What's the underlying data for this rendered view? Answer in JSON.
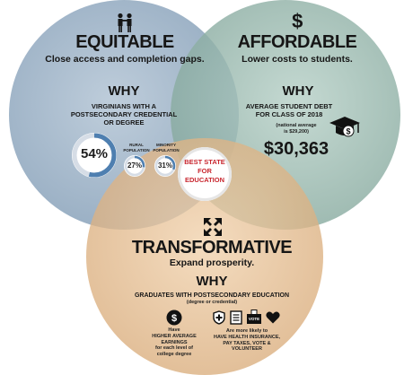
{
  "equitable": {
    "title": "EQUITABLE",
    "subtitle": "Close access and completion gaps.",
    "why": "WHY",
    "desc_lines": [
      "VIRGINIANS WITH A",
      "POSTSECONDARY CREDENTIAL",
      "OR DEGREE"
    ],
    "main_pct": "54%",
    "main_value": 54,
    "rural_label": [
      "RURAL",
      "POPULATION"
    ],
    "rural_pct": "27%",
    "rural_value": 27,
    "minority_label": [
      "MINORITY",
      "POPULATION"
    ],
    "minority_pct": "31%",
    "minority_value": 31,
    "icon": "people-icon"
  },
  "affordable": {
    "title": "AFFORDABLE",
    "subtitle": "Lower costs to students.",
    "why": "WHY",
    "desc_lines": [
      "AVERAGE STUDENT DEBT",
      "FOR CLASS OF 2018"
    ],
    "note_lines": [
      "(national average",
      "is $29,200)"
    ],
    "amount": "$30,363",
    "icon": "dollar-icon",
    "cap_icon": "graduation-cap-icon"
  },
  "transformative": {
    "title": "TRANSFORMATIVE",
    "subtitle": "Expand prosperity.",
    "why": "WHY",
    "desc": "GRADUATES WITH POSTSECONDARY EDUCATION",
    "desc_note": "(degree or credential)",
    "left_lines": [
      "Have",
      "HIGHER AVERAGE",
      "EARNINGS",
      "for each level of",
      "college degree"
    ],
    "right_lines": [
      "Are more likely to",
      "HAVE HEALTH INSURANCE,",
      "PAY TAXES, VOTE &",
      "VOLUNTEER"
    ],
    "vote_text": "VOTE",
    "icon": "arrows-expand-icon"
  },
  "center": {
    "lines": [
      "BEST STATE",
      "FOR",
      "EDUCATION"
    ]
  },
  "colors": {
    "equitable": "#8fa8c0",
    "affordable": "#8fb2a8",
    "transformative": "#e3b98a",
    "center_text": "#c8262e",
    "ring_bg": "#d6dde6",
    "ring_fg": "#4e7fb0"
  }
}
